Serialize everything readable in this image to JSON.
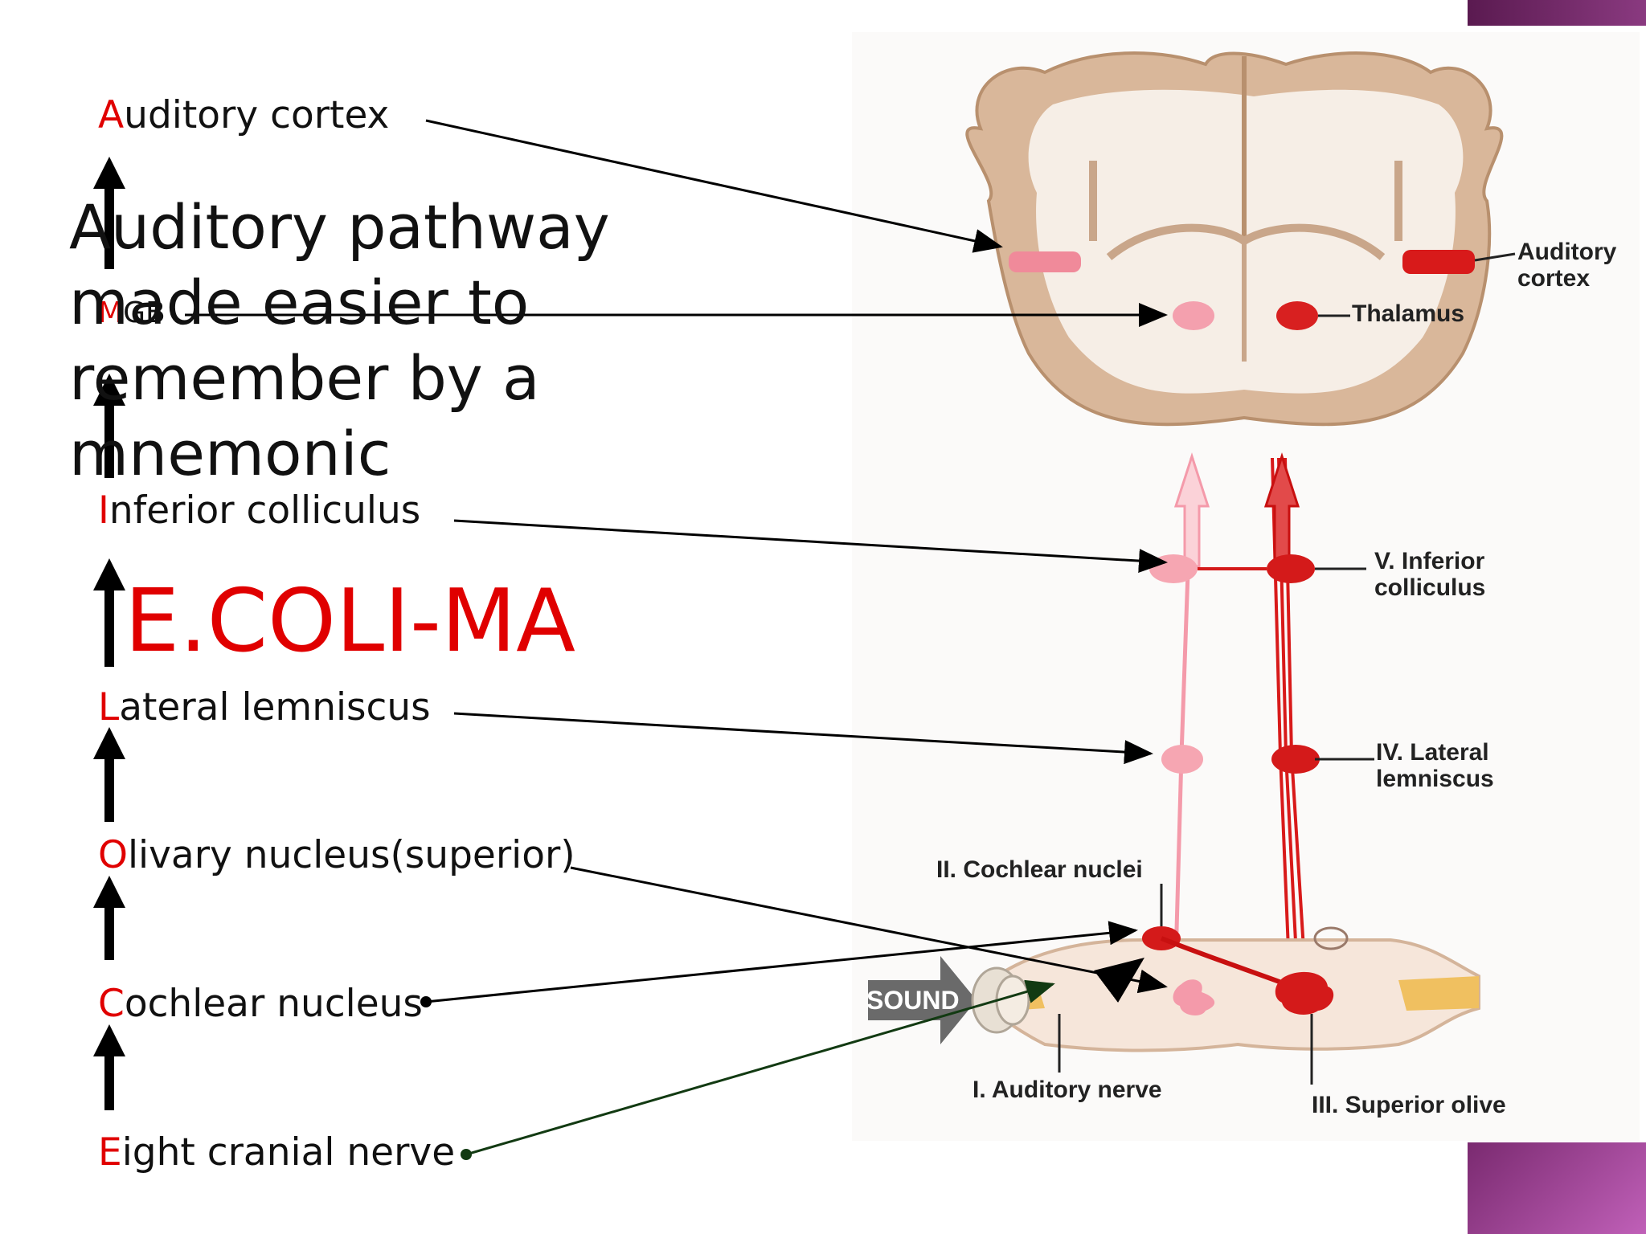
{
  "title": "Auditory pathway made easier to remember by a mnemonic",
  "mnemonic": "E.COLI-MA",
  "pathway": [
    {
      "first": "A",
      "rest": "uditory cortex"
    },
    {
      "first": "M",
      "rest": "GB"
    },
    {
      "first": "I",
      "rest": "nferior colliculus"
    },
    {
      "first": "L",
      "rest": "ateral lemniscus"
    },
    {
      "first": "O",
      "rest": "livary nucleus(superior)"
    },
    {
      "first": "C",
      "rest": "ochlear nucleus"
    },
    {
      "first": "E",
      "rest": "ight cranial nerve"
    }
  ],
  "figure": {
    "auditory_cortex": [
      "Auditory",
      "cortex"
    ],
    "thalamus": "Thalamus",
    "inferior_colliculus": [
      "V. Inferior",
      "colliculus"
    ],
    "lateral_lemniscus": [
      "IV. Lateral",
      "lemniscus"
    ],
    "cochlear_nuclei": "II. Cochlear nuclei",
    "sound": "SOUND",
    "auditory_nerve": "I. Auditory nerve",
    "superior_olive": "III. Superior olive"
  },
  "colors": {
    "accent": "#e00000",
    "corner": "#7a2a70"
  }
}
